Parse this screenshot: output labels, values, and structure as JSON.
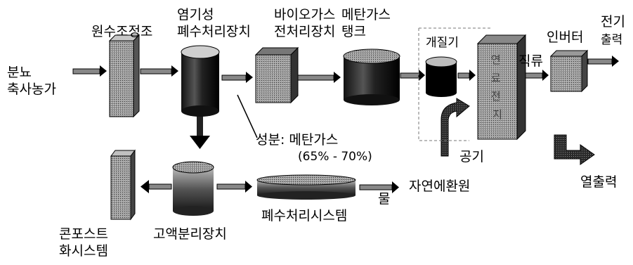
{
  "labels": {
    "source": [
      "분뇨",
      "축사농가"
    ],
    "raw_tank": "원수조정조",
    "acid_unit": [
      "염기성",
      "폐수처리장치"
    ],
    "biogas_pre": [
      "바이오가스",
      "전처리장치"
    ],
    "methane_tank": [
      "메탄가스",
      "탱크"
    ],
    "reformer": "개질기",
    "dc": "직류",
    "inverter": "인버터",
    "power_out": [
      "전기",
      "출력"
    ],
    "composition": "성분: 메탄가스",
    "composition_range": "(65% - 70%)",
    "air": "공기",
    "heat_out": "열출력",
    "compost": [
      "콘포스트",
      "화시스템"
    ],
    "separator": "고액분리장치",
    "wastewater_system": "폐수처리시스템",
    "water": "물",
    "nature": "자연에환원",
    "fuel_cell_text": "연료전지"
  },
  "colors": {
    "line": "#000000",
    "dark": "#1a1a1a",
    "mid": "#6f6f6f",
    "light": "#b9b9b9"
  }
}
